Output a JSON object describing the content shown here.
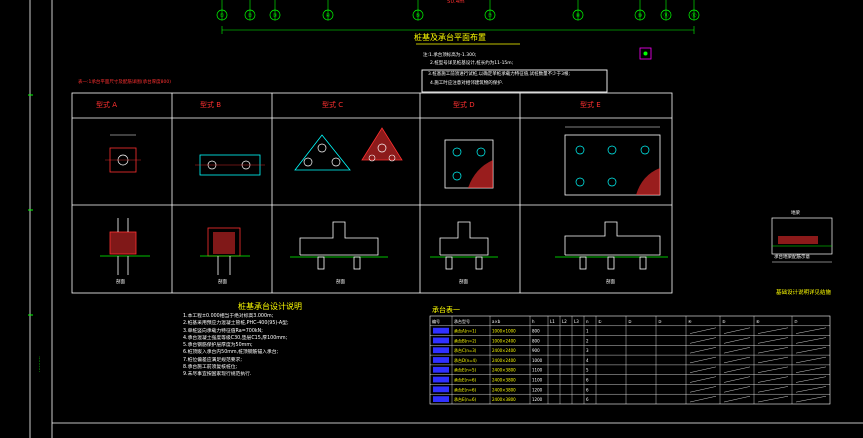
{
  "drawing": {
    "bg_color": "#000000",
    "axis_labels": [
      "①",
      "②",
      "③",
      "④",
      "⑤",
      "⑦",
      "⑧",
      "⑩",
      "⑪",
      "⑫"
    ],
    "top_dimension": "50.4m",
    "plan_title": "桩基及承台平面布置",
    "plan_notes": [
      "注:1.承台顶标高为-1.300;",
      "2.桩型号详见桩基设计,桩长约为11-15m;",
      "3.桩基施工前须进行试桩,以确定单桩承载力特征值,试桩数量不少于3根;",
      "4.施工时应注意对相邻建筑物的保护."
    ],
    "table_caption": "表一:1承台平面尺寸及配筋详图(承台厚度800)",
    "pile_types": [
      "型式 A",
      "型式 B",
      "型式 C",
      "型式 D",
      "型式 E"
    ],
    "section_label": "剖面",
    "design_notes_title": "桩基承台设计说明",
    "design_notes": [
      "1.本工程±0.000相当于绝对标高3.000m;",
      "2.桩基采用预应力混凝土管桩,PHC-400(95)-A型;",
      "3.单桩竖向承载力特征值Ra=700kN;",
      "4.承台混凝土强度等级C30,垫层C15,厚100mm;",
      "5.承台钢筋保护层厚度为50mm;",
      "6.桩顶嵌入承台内50mm,桩顶钢筋锚入承台;",
      "7.桩位偏差应满足规范要求;",
      "8.承台施工前须复核桩位;",
      "9.未尽事宜按国家现行规范执行."
    ],
    "schedule_title": "承台表一",
    "schedule_headers": [
      "编号",
      "承台型号",
      "a×b",
      "h",
      "L1",
      "L2",
      "L3",
      "n",
      "①",
      "②",
      "③",
      "④",
      "⑤",
      "⑥",
      "⑦"
    ],
    "schedule_rows": [
      [
        "CT1",
        "承台A(n=1)",
        "1000×1000",
        "800",
        "",
        "",
        "",
        "1",
        "",
        "",
        "",
        "",
        "",
        "",
        ""
      ],
      [
        "CT2",
        "承台B(n=2)",
        "1000×2400",
        "800",
        "",
        "",
        "",
        "2",
        "",
        "",
        "",
        "",
        "",
        "",
        ""
      ],
      [
        "CT3",
        "承台C(n=3)",
        "2400×2400",
        "900",
        "",
        "",
        "",
        "3",
        "",
        "",
        "",
        "",
        "",
        "",
        ""
      ],
      [
        "CT4",
        "承台D(n=4)",
        "2400×2400",
        "1000",
        "",
        "",
        "",
        "4",
        "",
        "",
        "",
        "",
        "",
        "",
        ""
      ],
      [
        "CT5",
        "承台E(n=5)",
        "2400×3800",
        "1100",
        "",
        "",
        "",
        "5",
        "",
        "",
        "",
        "",
        "",
        "",
        ""
      ],
      [
        "CT6",
        "承台E(n=6)",
        "2400×3800",
        "1100",
        "",
        "",
        "",
        "6",
        "",
        "",
        "",
        "",
        "",
        "",
        ""
      ],
      [
        "CT7",
        "承台E(n=6)",
        "2400×3800",
        "1200",
        "",
        "",
        "",
        "6",
        "",
        "",
        "",
        "",
        "",
        "",
        ""
      ],
      [
        "CT8",
        "承台E(n=6)",
        "2400×3800",
        "1200",
        "",
        "",
        "",
        "6",
        "",
        "",
        "",
        "",
        "",
        "",
        ""
      ]
    ],
    "detail_label": "地梁",
    "detail_caption": "承台地梁配筋示意",
    "side_label": "基础设计说明详见结施"
  }
}
